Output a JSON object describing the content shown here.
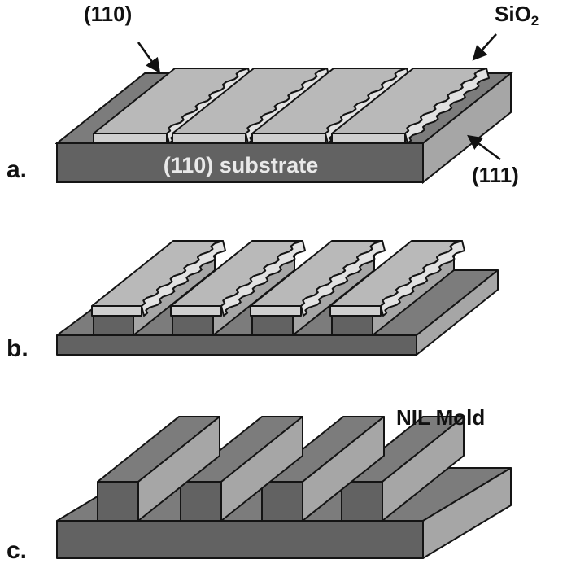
{
  "panels": [
    {
      "letter": "a.",
      "substrate_label": "(110) substrate",
      "callouts": {
        "top_face": "(110)",
        "side_face": "(111)",
        "oxide": "SiO",
        "oxide_subscript": "2"
      }
    },
    {
      "letter": "b."
    },
    {
      "letter": "c.",
      "title": "NIL Mold"
    }
  ],
  "colors": {
    "substrate_top": "#7c7c7c",
    "substrate_front": "#626262",
    "substrate_side": "#a6a6a6",
    "oxide_top": "#b9b9b9",
    "oxide_front": "#cfcfcf",
    "oxide_side": "#e2e2e2",
    "outline": "#141414"
  }
}
